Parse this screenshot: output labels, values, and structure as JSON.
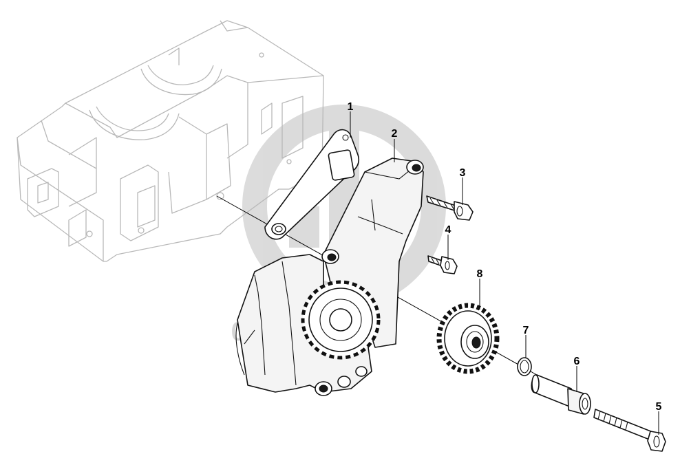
{
  "watermark": {
    "text": "dataparts",
    "color": "#d9d9d9"
  },
  "callouts": [
    {
      "id": "1",
      "label": "1"
    },
    {
      "id": "2",
      "label": "2"
    },
    {
      "id": "3",
      "label": "3"
    },
    {
      "id": "4",
      "label": "4"
    },
    {
      "id": "5",
      "label": "5"
    },
    {
      "id": "6",
      "label": "6"
    },
    {
      "id": "7",
      "label": "7"
    },
    {
      "id": "8",
      "label": "8"
    }
  ]
}
